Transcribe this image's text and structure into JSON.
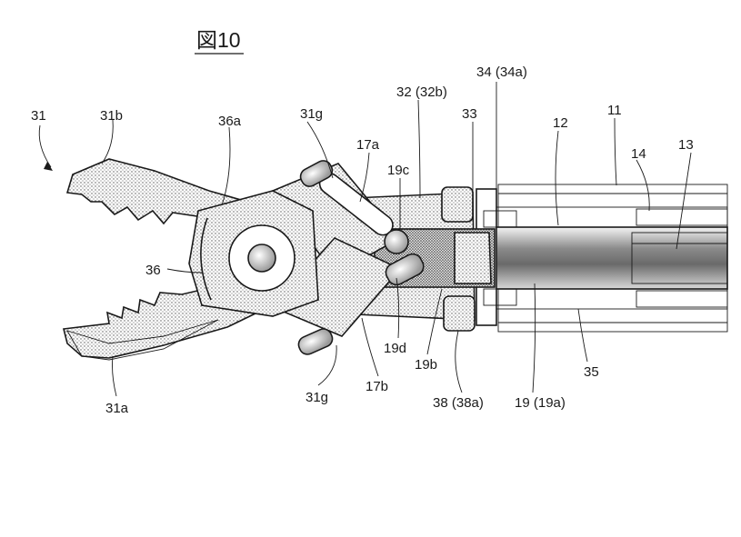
{
  "figure": {
    "title": "図10",
    "labels": {
      "l31": "31",
      "l31b": "31b",
      "l36a": "36a",
      "l31g_top": "31g",
      "l17a": "17a",
      "l32": "32 (32b)",
      "l33": "33",
      "l34": "34 (34a)",
      "l12": "12",
      "l11": "11",
      "l14": "14",
      "l13": "13",
      "l19c": "19c",
      "l36": "36",
      "l31a": "31a",
      "l19d": "19d",
      "l31g_bottom": "31g",
      "l17b": "17b",
      "l19b": "19b",
      "l38": "38 (38a)",
      "l19": "19 (19a)",
      "l35": "35"
    }
  }
}
